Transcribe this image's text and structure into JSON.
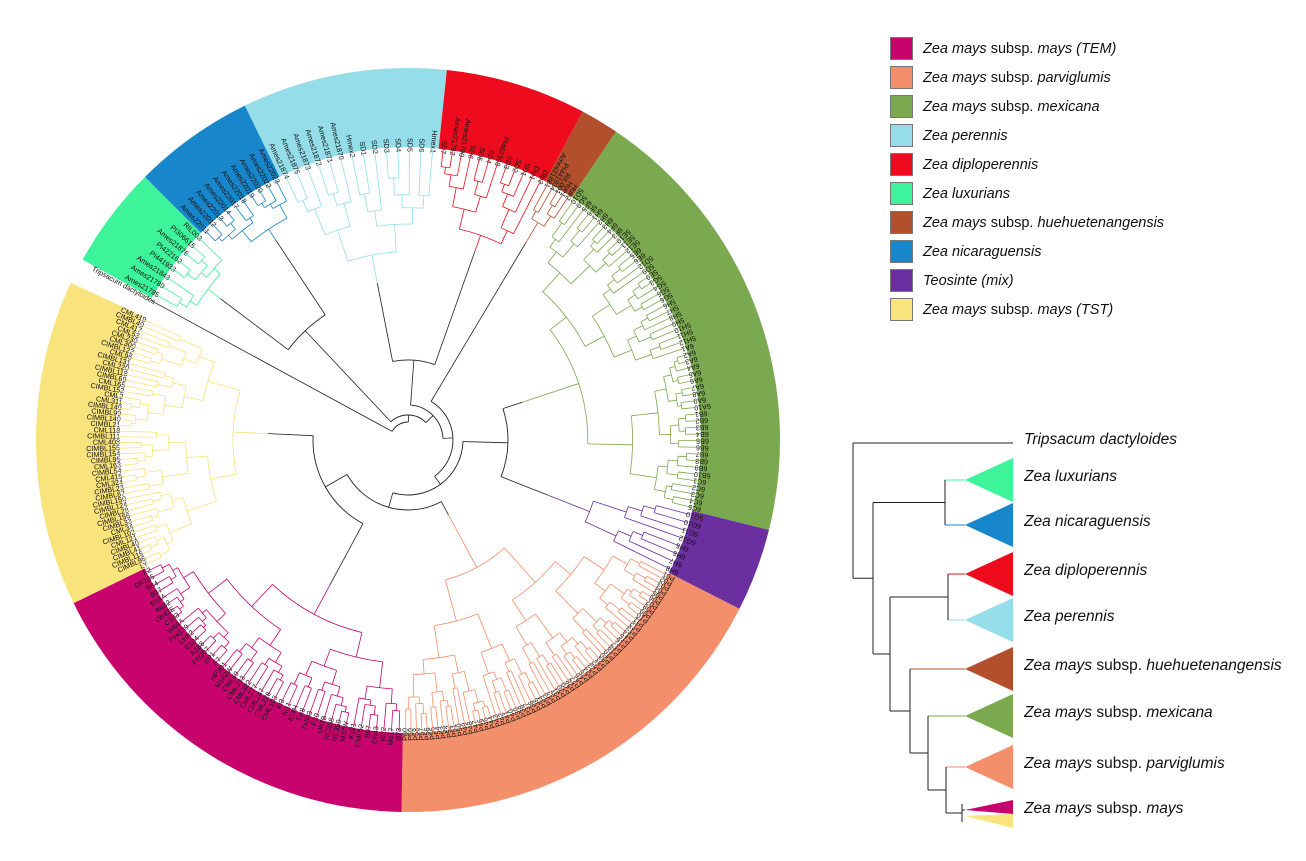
{
  "legend": [
    {
      "genus": "Zea mays",
      "rank": " subsp. ",
      "epithet": "mays (TEM)",
      "color": "#c8036e"
    },
    {
      "genus": "Zea mays",
      "rank": " subsp. ",
      "epithet": "parviglumis",
      "color": "#f48f6c"
    },
    {
      "genus": "Zea mays",
      "rank": " subsp. ",
      "epithet": "mexicana",
      "color": "#7aa94f"
    },
    {
      "genus": "Zea perennis",
      "rank": "",
      "epithet": "",
      "color": "#94dde9"
    },
    {
      "genus": "Zea diploperennis",
      "rank": "",
      "epithet": "",
      "color": "#ee0b1d"
    },
    {
      "genus": "Zea luxurians",
      "rank": "",
      "epithet": "",
      "color": "#3df49a"
    },
    {
      "genus": "Zea mays",
      "rank": " subsp. ",
      "epithet": "huehuetenangensis",
      "color": "#b2502d"
    },
    {
      "genus": "Zea nicaraguensis",
      "rank": "",
      "epithet": "",
      "color": "#1786cb"
    },
    {
      "genus": "Teosinte (mix)",
      "rank": "",
      "epithet": "",
      "color": "#6b2fa0"
    },
    {
      "genus": "Zea mays",
      "rank": " subsp. ",
      "epithet": "mays (TST)",
      "color": "#f8e37c"
    }
  ],
  "circular_tree": {
    "root_label": "Tripsacum dactyloides",
    "clades": [
      {
        "name": "luxurians",
        "color": "#3df49a",
        "leaves": [
          "Ames21785",
          "Ames21789",
          "Ames21843",
          "PI441933",
          "PI422162",
          "Ames21876",
          "PI306615",
          "RIL003"
        ]
      },
      {
        "name": "nicaraguensis",
        "color": "#1786cb",
        "leaves": [
          "Ames22011",
          "Ames22012",
          "Ames22013",
          "Ames22014",
          "Ames22017",
          "Ames22018",
          "Ames22019",
          "Ames22020",
          "Ames22022",
          "Ames22023"
        ]
      },
      {
        "name": "perennis",
        "color": "#94dde9",
        "leaves": [
          "Ames21874",
          "Ames21875",
          "Ames21873",
          "Ames21872",
          "Ames21871",
          "Ames21870",
          "Hmex2",
          "SD1",
          "SD2",
          "SD3",
          "SD4",
          "SD5",
          "SD6",
          "Hmex1"
        ]
      },
      {
        "name": "diploperennis",
        "color": "#ee0b1d",
        "leaves": [
          "SD7",
          "Ames21782",
          "Ames21790",
          "SD6",
          "SD5",
          "SD4",
          "PI462368",
          "SD3",
          "SD2",
          "SD1",
          "Dip1",
          "Dip2"
        ]
      },
      {
        "name": "huehuetenangensis",
        "color": "#b2502d",
        "leaves": [
          "Ames21881",
          "PI441934",
          "RIL001",
          "Hue1",
          "Hue2"
        ]
      },
      {
        "name": "mexicana",
        "color": "#7aa94f",
        "leaves": [
          "5D10",
          "5G9",
          "6F5",
          "5F6",
          "6H1",
          "6H2",
          "6H3",
          "6F4",
          "6F3",
          "5E10",
          "5E11",
          "5E12",
          "6E5",
          "6E6",
          "5D12",
          "5D9",
          "5E9",
          "5G3",
          "5G4",
          "5G5",
          "5G6",
          "5H6",
          "5H7",
          "5H8",
          "5H9",
          "5H10",
          "5H11",
          "5H12",
          "6A1",
          "6A2",
          "6A3",
          "6A4",
          "6A5",
          "6A6",
          "6A7",
          "6A8",
          "6A9",
          "6A10",
          "6B1",
          "6B2",
          "6B3",
          "6B4",
          "6B5",
          "6B6",
          "6B7",
          "6B8",
          "6B9",
          "6B10",
          "6C1",
          "6C2",
          "6C3",
          "6C4",
          "6C5"
        ]
      },
      {
        "name": "teosinte-mix",
        "color": "#6b2fa0",
        "leaves": [
          "5G10",
          "6G10",
          "6G11",
          "6G12",
          "6H5",
          "6H6",
          "6H7",
          "6H8"
        ]
      },
      {
        "name": "parviglumis",
        "color": "#f48f6c",
        "leaves": [
          "P01",
          "P02",
          "P03",
          "P04",
          "P05",
          "P06",
          "P07",
          "P08",
          "P09",
          "P10",
          "P11",
          "P12",
          "P13",
          "P14",
          "P15",
          "P16",
          "P17",
          "P18",
          "P19",
          "P20",
          "P21",
          "P22",
          "P23",
          "P24",
          "P25",
          "P26",
          "P27",
          "P28",
          "P29",
          "P30",
          "P31",
          "P32",
          "P33",
          "P34",
          "P35",
          "P36",
          "P37",
          "P38",
          "P39",
          "P40",
          "P41",
          "P42",
          "P43",
          "P44",
          "P45",
          "P46",
          "P47",
          "P48",
          "P49",
          "P50",
          "P51",
          "P52",
          "P53",
          "P54",
          "P55",
          "P56",
          "P57",
          "P58",
          "P59",
          "P60"
        ]
      },
      {
        "name": "mays-tem",
        "color": "#c8036e",
        "leaves": [
          "B73",
          "Mo17",
          "W22",
          "Oh43",
          "B97",
          "CML52",
          "Ky21",
          "M37W",
          "NC350",
          "NC358",
          "Oh7B",
          "P39",
          "Tx303",
          "Tzi8",
          "Il14H",
          "Ki11",
          "Ki3",
          "CML103",
          "CML228",
          "CML247",
          "CML277",
          "CML322",
          "CML333",
          "CML69",
          "M162W",
          "HP301",
          "F7",
          "EP1",
          "PH207",
          "A188",
          "B104",
          "LH82",
          "PHG39",
          "W64A",
          "C103",
          "Oh43E",
          "A632",
          "B14A",
          "B37",
          "B84",
          "DK105",
          "F2"
        ]
      },
      {
        "name": "mays-tst",
        "color": "#f8e37c",
        "leaves": [
          "LY",
          "CIMBL96",
          "CIMBL115",
          "CIMBL41",
          "CIMBL40",
          "CML121",
          "CIMBL102",
          "CML34",
          "CIMBL33",
          "CIMBL156",
          "CIMBL28",
          "CIMBL124",
          "CIMBL150",
          "CIMBL87",
          "CIMBL23",
          "CML324",
          "CML415",
          "CIMBL54",
          "CML163",
          "CIMBL95",
          "CIMBL154",
          "CIMBL155",
          "CML408",
          "CIMBL111",
          "CML118",
          "CIMBL21",
          "CIMBL140",
          "CIMBL99",
          "CIMBL149",
          "CML311",
          "CML2",
          "CIMBL152",
          "CML165",
          "CIMBL69",
          "CIMBL118",
          "CML220",
          "CIMBL131",
          "CML96",
          "CIMBL122",
          "CML300",
          "CML230",
          "CML53",
          "CML417",
          "CIMBL49",
          "CML419"
        ]
      }
    ]
  },
  "collapsed_tree": {
    "outgroup": {
      "genus": "Tripsacum dactyloides",
      "rank": "",
      "epithet": ""
    },
    "clades": [
      {
        "genus": "Zea luxurians",
        "rank": "",
        "epithet": "",
        "color": "#3df49a"
      },
      {
        "genus": "Zea nicaraguensis",
        "rank": "",
        "epithet": "",
        "color": "#1786cb"
      },
      {
        "genus": "Zea diploperennis",
        "rank": "",
        "epithet": "",
        "color": "#ee0b1d"
      },
      {
        "genus": "Zea perennis",
        "rank": "",
        "epithet": "",
        "color": "#94dde9"
      },
      {
        "genus": "Zea mays",
        "rank": " subsp. ",
        "epithet": "huehuetenangensis",
        "color": "#b2502d"
      },
      {
        "genus": "Zea mays",
        "rank": " subsp. ",
        "epithet": "mexicana",
        "color": "#7aa94f"
      },
      {
        "genus": "Zea mays",
        "rank": " subsp. ",
        "epithet": "parviglumis",
        "color": "#f48f6c"
      },
      {
        "genus": "Zea mays",
        "rank": " subsp. ",
        "epithet": "mays",
        "colors": [
          "#c8036e",
          "#f8e37c"
        ]
      }
    ]
  }
}
